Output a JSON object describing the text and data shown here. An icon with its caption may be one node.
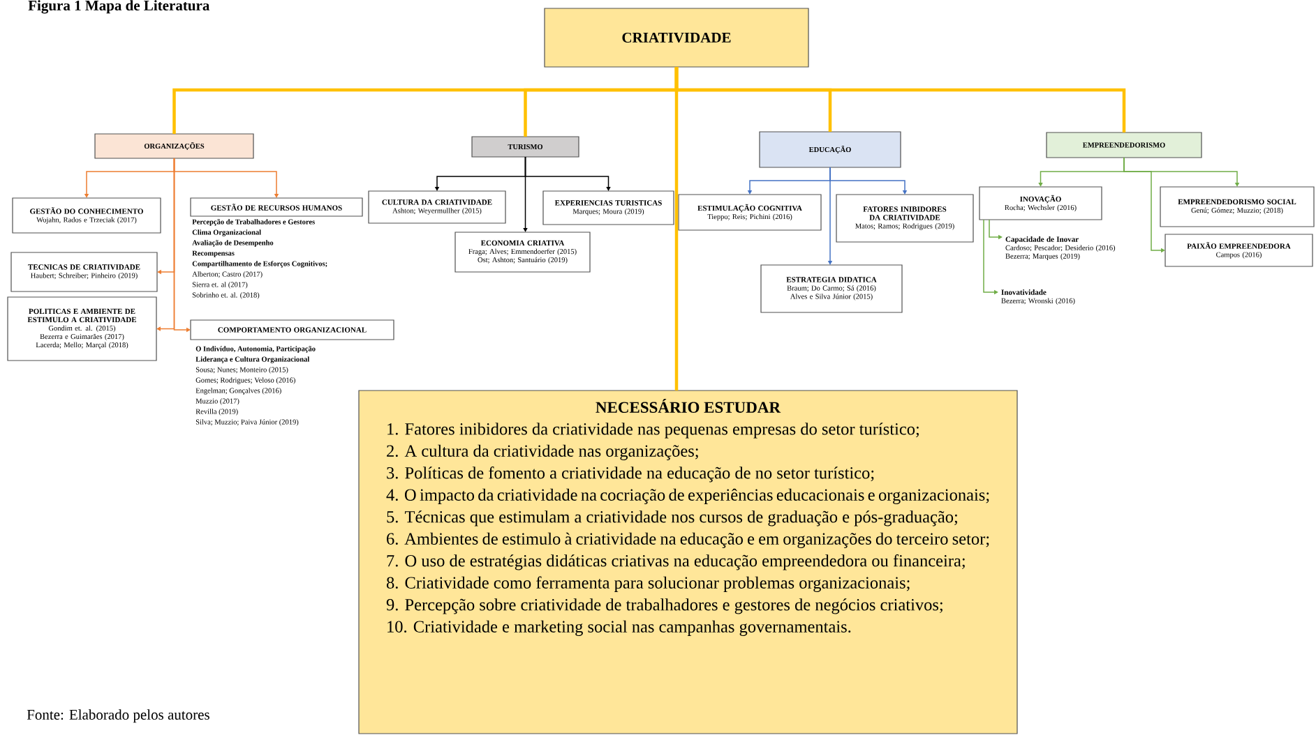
{
  "diagram": {
    "title": "Figura 1 Mapa de Literatura",
    "caption": "Fonte: Elaborado pelos autores",
    "nodes": [
      {
        "text": [
          "CRIATIVIDADE"
        ]
      },
      {
        "text": [
          "ORGANIZAÇÕES"
        ]
      },
      {
        "text": [
          "TURISMO"
        ]
      },
      {
        "text": [
          "EDUCAÇÃO"
        ]
      },
      {
        "text": [
          "EMPREENDEDORISMO"
        ]
      },
      {
        "text": [
          "GESTÃO DO CONHECIMENTO",
          "Wojahn, Rados e Trzeciak (2017)"
        ]
      },
      {
        "text": [
          "GESTÃO DE RECURSOS HUMANOS"
        ],
        "beside": [
          "Percepção de Trabalhadores e Gestores",
          "Clima Organizacional",
          "Avaliação de Desempenho",
          "Recompensas",
          "Compartilhamento de Esforços Cognitivos;",
          "Alberton; Castro (2017)",
          "Sierra et. al (2017)",
          "Sobrinho et. al. (2018)"
        ]
      },
      {
        "text": [
          "TECNICAS DE CRIATIVIDADE",
          "Haubert; Schreiber; Pinheiro (2019)"
        ]
      },
      {
        "text": [
          "POLITICAS E AMBIENTE DE ESTIMULO A CRIATIVIDADE",
          "Gondim et. al. (2015)",
          "Bezerra e Guimarães (2017)",
          "Lacerda; Mello; Marçal (2018)"
        ]
      },
      {
        "text": [
          "COMPORTAMENTO ORGANIZACIONAL"
        ],
        "beside": [
          "O Indivíduo, Autonomia, Participação",
          "Liderança e Cultura Organizacional",
          "Sousa; Nunes; Monteiro (2015)",
          "Gomes; Rodrigues; Veloso (2016)",
          "Engelman; Gonçalves (2016)",
          "Muzzio (2017)",
          "Revilla (2019)",
          "Silva; Muzzio; Paiva Júnior (2019)"
        ]
      },
      {
        "text": [
          "CULTURA DA CRIATIVIDADE",
          "Ashton; Weyermullher (2015)"
        ]
      },
      {
        "text": [
          "EXPERIENCIAS TURISTICAS",
          "Marques; Moura (2019)"
        ]
      },
      {
        "text": [
          "ECONOMIA CRIATIVA",
          "Fraga; Alves; Emmendoerfer (2015)",
          "Ost; Ashton; Santuário (2019)"
        ]
      },
      {
        "text": [
          "ESTIMULAÇÃO COGNITIVA",
          "Tieppo; Reis; Pichini (2016)"
        ]
      },
      {
        "text": [
          "FATORES INIBIDORES DA CRIATIVIDADE",
          "Matos; Ramos; Rodrigues (2019)"
        ]
      },
      {
        "text": [
          "ESTRATEGIA DIDATICA",
          "Braum; Do Carmo; Sá (2016)",
          "Alves e Silva Júnior (2015)"
        ]
      },
      {
        "text": [
          "INOVAÇÃO",
          "Rocha; Wechsler (2016)"
        ]
      },
      {
        "text": [
          "EMPREENDEDORISMO SOCIAL",
          "Genú; Gómez; Muzzio; (2018)"
        ]
      },
      {
        "text": [
          "PAIXÃO EMPREENDEDORA",
          "Campos (2016)"
        ]
      },
      {
        "text": [
          "Capacidade de Inovar",
          "Cardoso; Pescador; Desiderio (2016)",
          "Bezerra; Marques (2019)"
        ]
      },
      {
        "text": [
          "Inovatividade",
          "Bezerra; Wronski (2016)"
        ]
      },
      {
        "text": [
          "NECESSÁRIO ESTUDAR",
          "1. Fatores inibidores da criatividade nas pequenas empresas do setor turístico;",
          "2. A cultura da criatividade nas organizações;",
          "3. Políticas de fomento a criatividade na educação de no setor turístico;",
          "4. O impacto da criatividade na cocriação de experiências educacionais e organizacionais;",
          "5. Técnicas que estimulam a criatividade nos cursos de graduação e pós-graduação;",
          "6. Ambientes de estimulo à criatividade na educação e em organizações do terceiro setor;",
          "7. O uso de estratégias didáticas criativas na educação empreendedora ou financeira;",
          "8. Criatividade como ferramenta para solucionar problemas organizacionais;",
          "9. Percepção sobre criatividade de trabalhadores e gestores de negócios criativos;",
          "10. Criatividade e marketing social nas campanhas governamentais."
        ]
      }
    ],
    "edges": [
      {
        "from": 0,
        "to": 1,
        "arrow": "none",
        "style": "thick",
        "color": "#ffc000"
      },
      {
        "from": 0,
        "to": 2,
        "arrow": "none",
        "style": "thick",
        "color": "#ffc000"
      },
      {
        "from": 0,
        "to": 3,
        "arrow": "none",
        "style": "thick",
        "color": "#ffc000"
      },
      {
        "from": 0,
        "to": 4,
        "arrow": "none",
        "style": "thick",
        "color": "#ffc000"
      },
      {
        "from": 0,
        "to": 21,
        "arrow": "none",
        "style": "thick",
        "color": "#ffc000"
      },
      {
        "from": 1,
        "to": 5,
        "arrow": "to",
        "color": "#ed7d31"
      },
      {
        "from": 1,
        "to": 6,
        "arrow": "to",
        "color": "#ed7d31"
      },
      {
        "from": 1,
        "to": 7,
        "arrow": "to",
        "color": "#ed7d31"
      },
      {
        "from": 1,
        "to": 8,
        "arrow": "to",
        "color": "#ed7d31"
      },
      {
        "from": 1,
        "to": 9,
        "arrow": "to",
        "color": "#ed7d31"
      },
      {
        "from": 2,
        "to": 10,
        "arrow": "to",
        "color": "#000000"
      },
      {
        "from": 2,
        "to": 11,
        "arrow": "to",
        "color": "#000000"
      },
      {
        "from": 2,
        "to": 12,
        "arrow": "to",
        "color": "#000000"
      },
      {
        "from": 3,
        "to": 13,
        "arrow": "to",
        "color": "#4472c4"
      },
      {
        "from": 3,
        "to": 14,
        "arrow": "to",
        "color": "#4472c4"
      },
      {
        "from": 3,
        "to": 15,
        "arrow": "to",
        "color": "#4472c4"
      },
      {
        "from": 4,
        "to": 16,
        "arrow": "to",
        "color": "#70ad47"
      },
      {
        "from": 4,
        "to": 17,
        "arrow": "to",
        "color": "#70ad47"
      },
      {
        "from": 4,
        "to": 18,
        "arrow": "to",
        "color": "#70ad47"
      },
      {
        "from": 16,
        "to": 19,
        "arrow": "to",
        "color": "#70ad47"
      },
      {
        "from": 16,
        "to": 20,
        "arrow": "to",
        "color": "#70ad47"
      }
    ]
  }
}
